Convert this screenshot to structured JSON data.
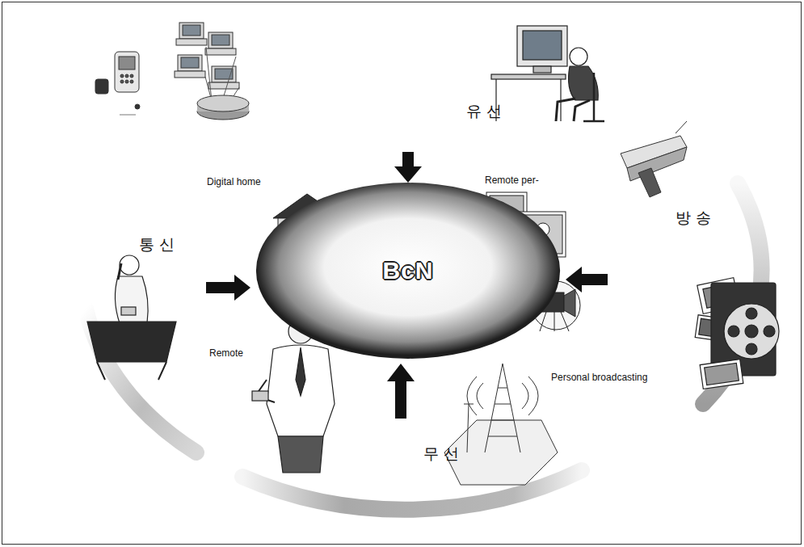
{
  "diagram": {
    "nodes": [
      {
        "text": [
          "BcN"
        ]
      }
    ],
    "labels": [
      "유 선",
      "통 신",
      "방 송",
      "무 선",
      "Digital home",
      "Remote per-",
      "Remote",
      "Personal broadcasting"
    ]
  }
}
